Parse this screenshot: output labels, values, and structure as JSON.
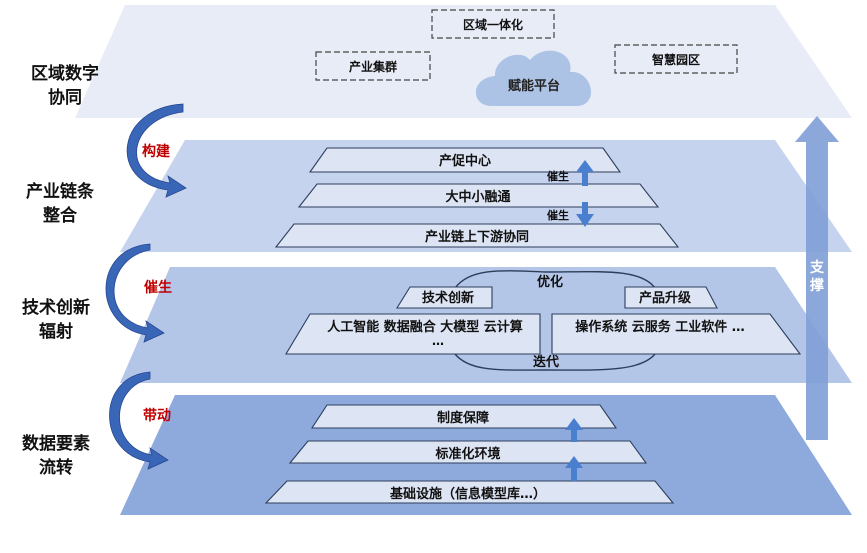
{
  "layers": [
    {
      "label_line1": "区域数字",
      "label_line2": "协同",
      "color": "#e8ecf7",
      "items": {
        "integration": "区域一体化",
        "cluster": "产业集群",
        "smart_park": "智慧园区",
        "platform": "赋能平台"
      }
    },
    {
      "label_line1": "产业链条",
      "label_line2": "整合",
      "color": "#c6d3ee",
      "transition": "构建",
      "tiers": [
        "产促中心",
        "大中小融通",
        "产业链上下游协同"
      ],
      "arrow_labels": [
        "催生",
        "催生"
      ]
    },
    {
      "label_line1": "技术创新",
      "label_line2": "辐射",
      "color": "#b4c6e8",
      "transition": "催生",
      "left_title": "技术创新",
      "right_title": "产品升级",
      "left_content_line1": "人工智能  数据融合  大模型  云计算",
      "left_content_line2": "…",
      "right_content": "操作系统   云服务   工业软件      …",
      "top_cycle_label": "优化",
      "bottom_cycle_label": "迭代"
    },
    {
      "label_line1": "数据要素",
      "label_line2": "流转",
      "color": "#8eaadd",
      "transition": "带动",
      "tiers": [
        "制度保障",
        "标准化环境",
        "基础设施（信息模型库…）"
      ]
    }
  ],
  "support_arrow": {
    "label_line1": "支",
    "label_line2": "撑",
    "color": "#7f9fd7"
  },
  "colors": {
    "curved_arrow": "#3a66b8",
    "transition_text": "#c00000",
    "small_arrow": "#4a7fd0",
    "panel_fill": "#dde4f3",
    "panel_stroke": "#2c3e5c",
    "cloud": "#adc3e6"
  }
}
